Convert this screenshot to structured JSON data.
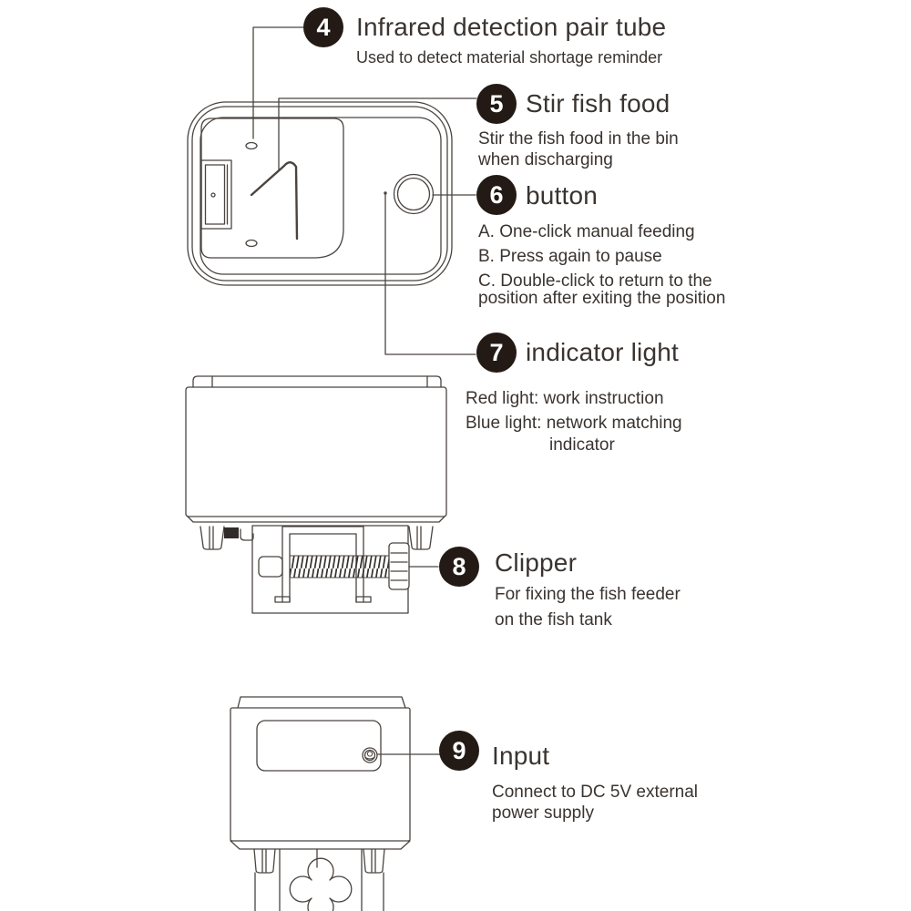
{
  "colors": {
    "background": "#ffffff",
    "line_art": "#4a4440",
    "text": "#3a3430",
    "badge_fill": "#231a15",
    "badge_number": "#ffffff"
  },
  "callouts": [
    {
      "number": "4",
      "title": "Infrared detection pair tube",
      "desc": [
        "Used to detect material shortage reminder"
      ]
    },
    {
      "number": "5",
      "title": "Stir fish food",
      "desc": [
        "Stir the fish food in the bin",
        "when discharging"
      ]
    },
    {
      "number": "6",
      "title": "button",
      "desc": [
        "A. One-click manual feeding",
        "B. Press again to pause",
        "C. Double-click to return to the",
        "position after exiting the position"
      ]
    },
    {
      "number": "7",
      "title": "indicator light",
      "desc": [
        "Red light: work instruction",
        "Blue light: network matching",
        "indicator"
      ]
    },
    {
      "number": "8",
      "title": "Clipper",
      "desc": [
        "For fixing the fish feeder",
        "on the fish tank"
      ]
    },
    {
      "number": "9",
      "title": "Input",
      "desc": [
        "Connect to DC 5V external",
        "power supply"
      ]
    }
  ]
}
